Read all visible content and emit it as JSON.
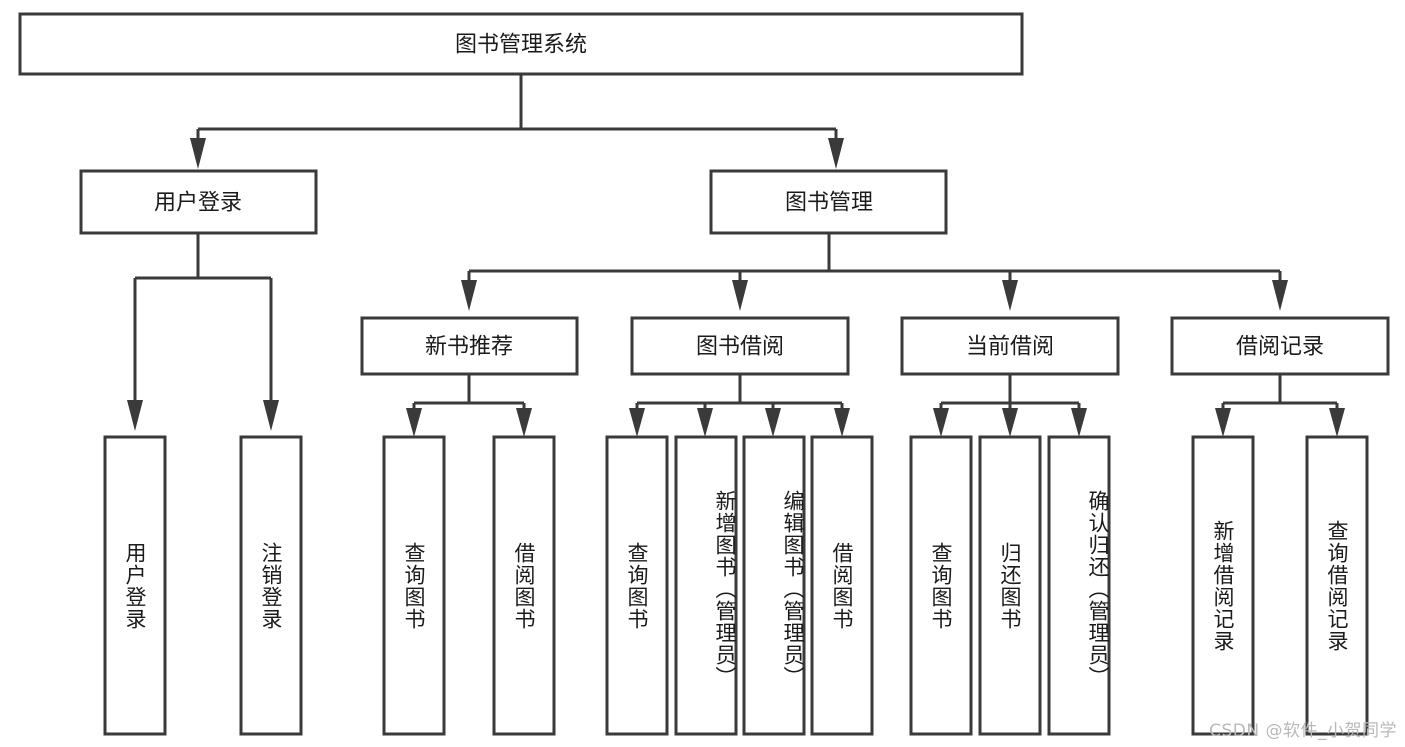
{
  "diagram": {
    "title": "图书管理系统",
    "type": "tree-hierarchy-diagram",
    "colors": {
      "box_stroke": "#3a3a3a",
      "box_fill": "#ffffff",
      "text": "#1b1b1b",
      "background": "#ffffff",
      "watermark": "#b9b9b9"
    },
    "root": {
      "id": "root",
      "label": "图书管理系统"
    },
    "level2": [
      {
        "id": "user-login",
        "label": "用户登录"
      },
      {
        "id": "book-management",
        "label": "图书管理"
      }
    ],
    "level3": [
      {
        "id": "new-book-recommend",
        "label": "新书推荐"
      },
      {
        "id": "book-borrow",
        "label": "图书借阅"
      },
      {
        "id": "current-borrow",
        "label": "当前借阅"
      },
      {
        "id": "borrow-record",
        "label": "借阅记录"
      }
    ],
    "leaves": {
      "user-login": [
        {
          "id": "leaf-user-login",
          "label": "用户登录"
        },
        {
          "id": "leaf-logout-login",
          "label": "注销登录"
        }
      ],
      "new-book-recommend": [
        {
          "id": "leaf-query-book-1",
          "label": "查询图书"
        },
        {
          "id": "leaf-borrow-book-1",
          "label": "借阅图书"
        }
      ],
      "book-borrow": [
        {
          "id": "leaf-query-book-2",
          "label": "查询图书"
        },
        {
          "id": "leaf-add-book",
          "label": "新增图书（管理员）"
        },
        {
          "id": "leaf-edit-book",
          "label": "编辑图书（管理员）"
        },
        {
          "id": "leaf-borrow-book-2",
          "label": "借阅图书"
        }
      ],
      "current-borrow": [
        {
          "id": "leaf-query-book-3",
          "label": "查询图书"
        },
        {
          "id": "leaf-return-book",
          "label": "归还图书"
        },
        {
          "id": "leaf-confirm-return",
          "label": "确认归还（管理员）"
        }
      ],
      "borrow-record": [
        {
          "id": "leaf-add-record",
          "label": "新增借阅记录"
        },
        {
          "id": "leaf-query-record",
          "label": "查询借阅记录"
        }
      ]
    }
  },
  "watermark": {
    "text": "CSDN @软件_小贺同学"
  }
}
